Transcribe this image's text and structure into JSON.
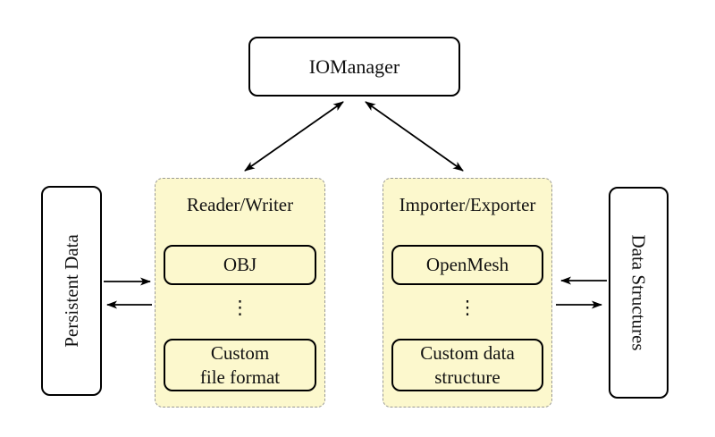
{
  "colors": {
    "background": "#ffffff",
    "panel_fill": "#fcf8cd",
    "panel_border": "#9a9a96",
    "box_border": "#000000",
    "arrow": "#000000"
  },
  "nodes": {
    "iomanager": "IOManager"
  },
  "panels": [
    {
      "label": "Reader/Writer",
      "ellipsis": "⋮",
      "boxes": [
        {
          "lines": [
            "OBJ",
            ""
          ]
        },
        {
          "lines": [
            "Custom",
            "file format"
          ]
        }
      ]
    },
    {
      "label": "Importer/Exporter",
      "ellipsis": "⋮",
      "boxes": [
        {
          "lines": [
            "OpenMesh",
            ""
          ]
        },
        {
          "lines": [
            "Custom data",
            "structure"
          ]
        }
      ]
    }
  ],
  "sides": {
    "left": {
      "label": "Persistent Data"
    },
    "right": {
      "label": "Data Structures"
    }
  }
}
